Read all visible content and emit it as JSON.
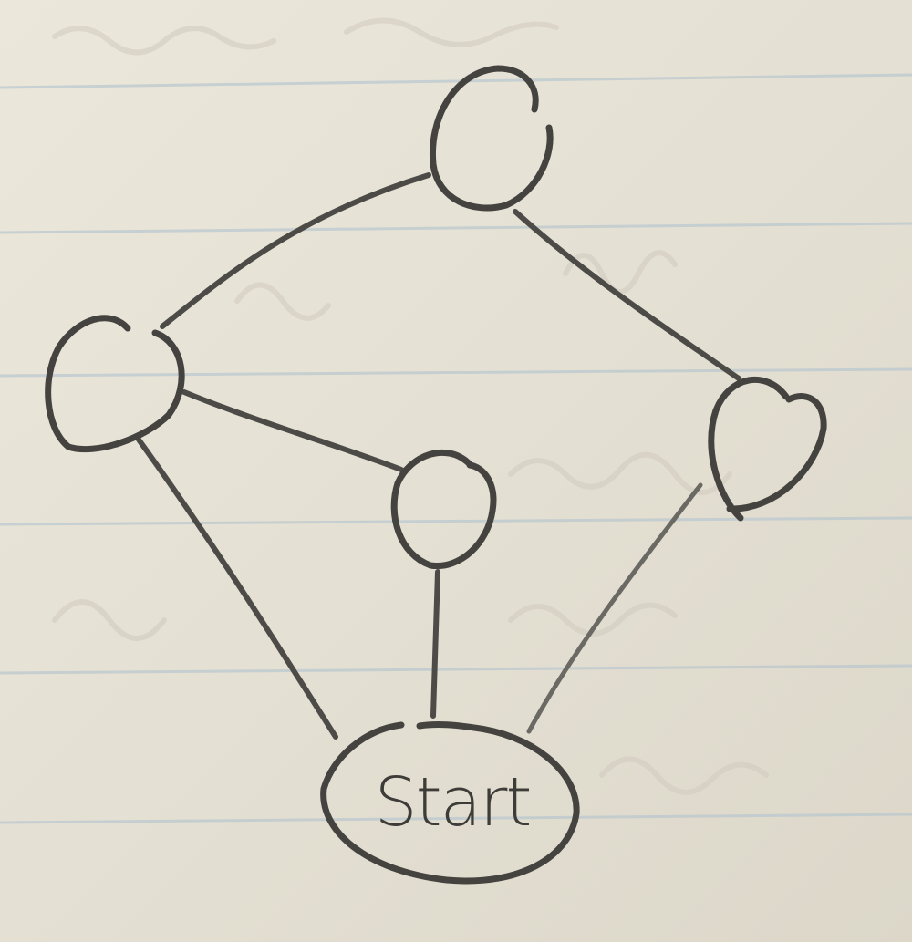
{
  "diagram": {
    "nodes": [
      {
        "id": "top",
        "label": ""
      },
      {
        "id": "left",
        "label": ""
      },
      {
        "id": "middle",
        "label": ""
      },
      {
        "id": "right",
        "label": ""
      },
      {
        "id": "start",
        "label": "Start"
      }
    ],
    "edges": [
      {
        "from": "top",
        "to": "left"
      },
      {
        "from": "top",
        "to": "right"
      },
      {
        "from": "left",
        "to": "middle"
      },
      {
        "from": "left",
        "to": "start"
      },
      {
        "from": "middle",
        "to": "start"
      },
      {
        "from": "right",
        "to": "start"
      }
    ]
  },
  "colors": {
    "paper": "#e6e2d6",
    "ink": "#454340",
    "rule_lines": "#b9c7cf"
  }
}
